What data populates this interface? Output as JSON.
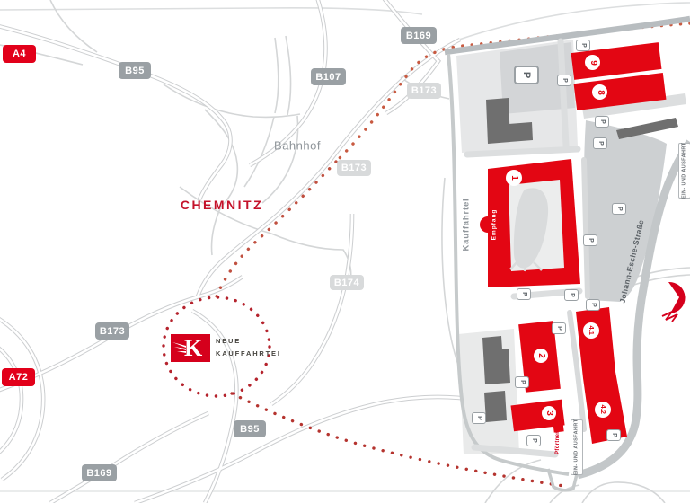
{
  "map": {
    "city": "CHEMNITZ",
    "station": "Bahnhof",
    "road_badges": [
      {
        "label": "A4",
        "style": "motorway"
      },
      {
        "label": "B95",
        "style": "federal"
      },
      {
        "label": "B107",
        "style": "federal"
      },
      {
        "label": "B169",
        "style": "federal"
      },
      {
        "label": "B173",
        "style": "federal-faded"
      },
      {
        "label": "B173",
        "style": "federal-faded"
      },
      {
        "label": "B174",
        "style": "federal-faded"
      },
      {
        "label": "B173",
        "style": "federal"
      },
      {
        "label": "A72",
        "style": "motorway"
      },
      {
        "label": "B95",
        "style": "federal"
      },
      {
        "label": "B169",
        "style": "federal"
      }
    ]
  },
  "logo": {
    "mark": "K",
    "line1": "NEUE",
    "line2": "KAUFFAHRTEI"
  },
  "site": {
    "street_west": "Kauffahrtei",
    "street_east": "Johann-Esche-Straße",
    "reception": "Empfang",
    "gatekeeper": "Pförtner",
    "entry_exit": "EIN- UND AUSFAHRT",
    "parking": "P",
    "buildings": [
      {
        "number": "1"
      },
      {
        "number": "2"
      },
      {
        "number": "3"
      },
      {
        "number": "4.1"
      },
      {
        "number": "4.2"
      },
      {
        "number": "8"
      },
      {
        "number": "9"
      }
    ]
  },
  "colors": {
    "building_red": "#e30613",
    "badge_red": "#e2001a",
    "badge_gray": "#9aa0a4",
    "badge_faded": "#d8dadb",
    "city_red": "#c4122a",
    "dot_red": "#c05040",
    "dark_building": "#6f6f6f"
  }
}
